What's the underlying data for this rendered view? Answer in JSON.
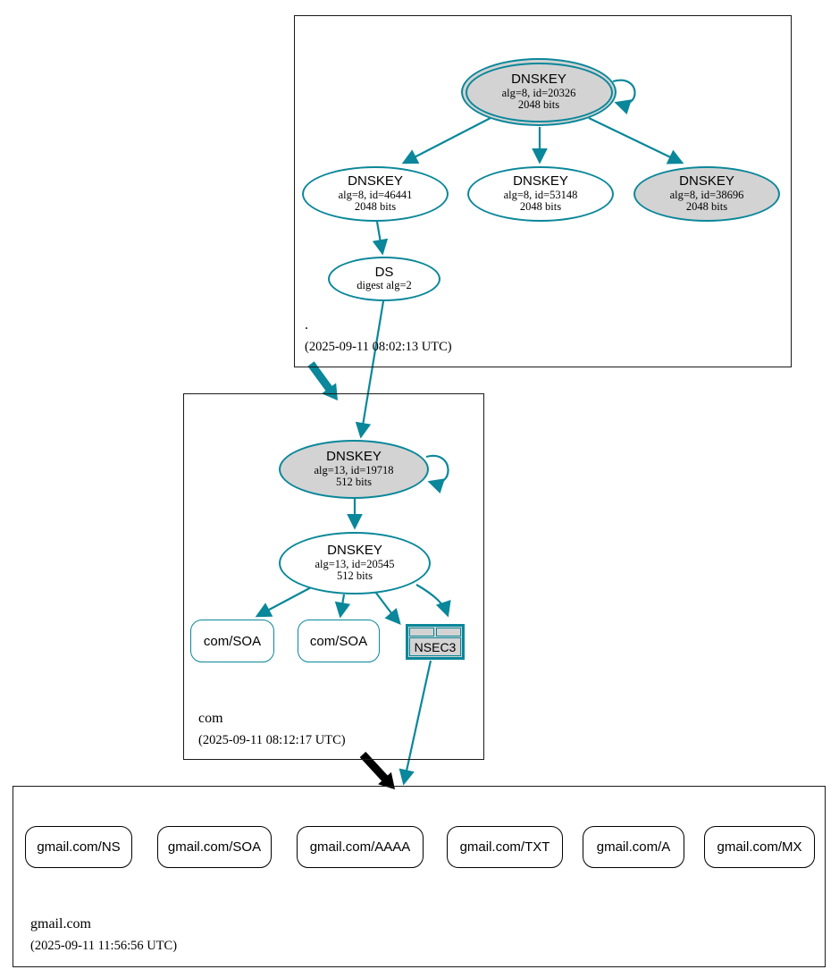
{
  "diagram": {
    "type": "dnssec-authentication-chain",
    "colors": {
      "secure_edge": "#0a879a",
      "node_gray_fill": "#d3d3d3",
      "insecure_edge": "#000000"
    },
    "zones": {
      "root": {
        "label": ".",
        "timestamp": "(2025-09-11 08:02:13 UTC)",
        "nodes": {
          "ksk": {
            "title": "DNSKEY",
            "detail1": "alg=8, id=20326",
            "detail2": "2048 bits"
          },
          "zsk1": {
            "title": "DNSKEY",
            "detail1": "alg=8, id=46441",
            "detail2": "2048 bits"
          },
          "zsk2": {
            "title": "DNSKEY",
            "detail1": "alg=8, id=53148",
            "detail2": "2048 bits"
          },
          "zsk3": {
            "title": "DNSKEY",
            "detail1": "alg=8, id=38696",
            "detail2": "2048 bits"
          },
          "ds": {
            "title": "DS",
            "detail1": "digest alg=2"
          }
        }
      },
      "com": {
        "label": "com",
        "timestamp": "(2025-09-11 08:12:17 UTC)",
        "nodes": {
          "ksk": {
            "title": "DNSKEY",
            "detail1": "alg=13, id=19718",
            "detail2": "512 bits"
          },
          "zsk": {
            "title": "DNSKEY",
            "detail1": "alg=13, id=20545",
            "detail2": "512 bits"
          },
          "soa1": {
            "label": "com/SOA"
          },
          "soa2": {
            "label": "com/SOA"
          },
          "nsec3": {
            "label": "NSEC3"
          }
        }
      },
      "gmail": {
        "label": "gmail.com",
        "timestamp": "(2025-09-11 11:56:56 UTC)",
        "rrsets": [
          {
            "label": "gmail.com/NS"
          },
          {
            "label": "gmail.com/SOA"
          },
          {
            "label": "gmail.com/AAAA"
          },
          {
            "label": "gmail.com/TXT"
          },
          {
            "label": "gmail.com/A"
          },
          {
            "label": "gmail.com/MX"
          }
        ]
      }
    }
  }
}
